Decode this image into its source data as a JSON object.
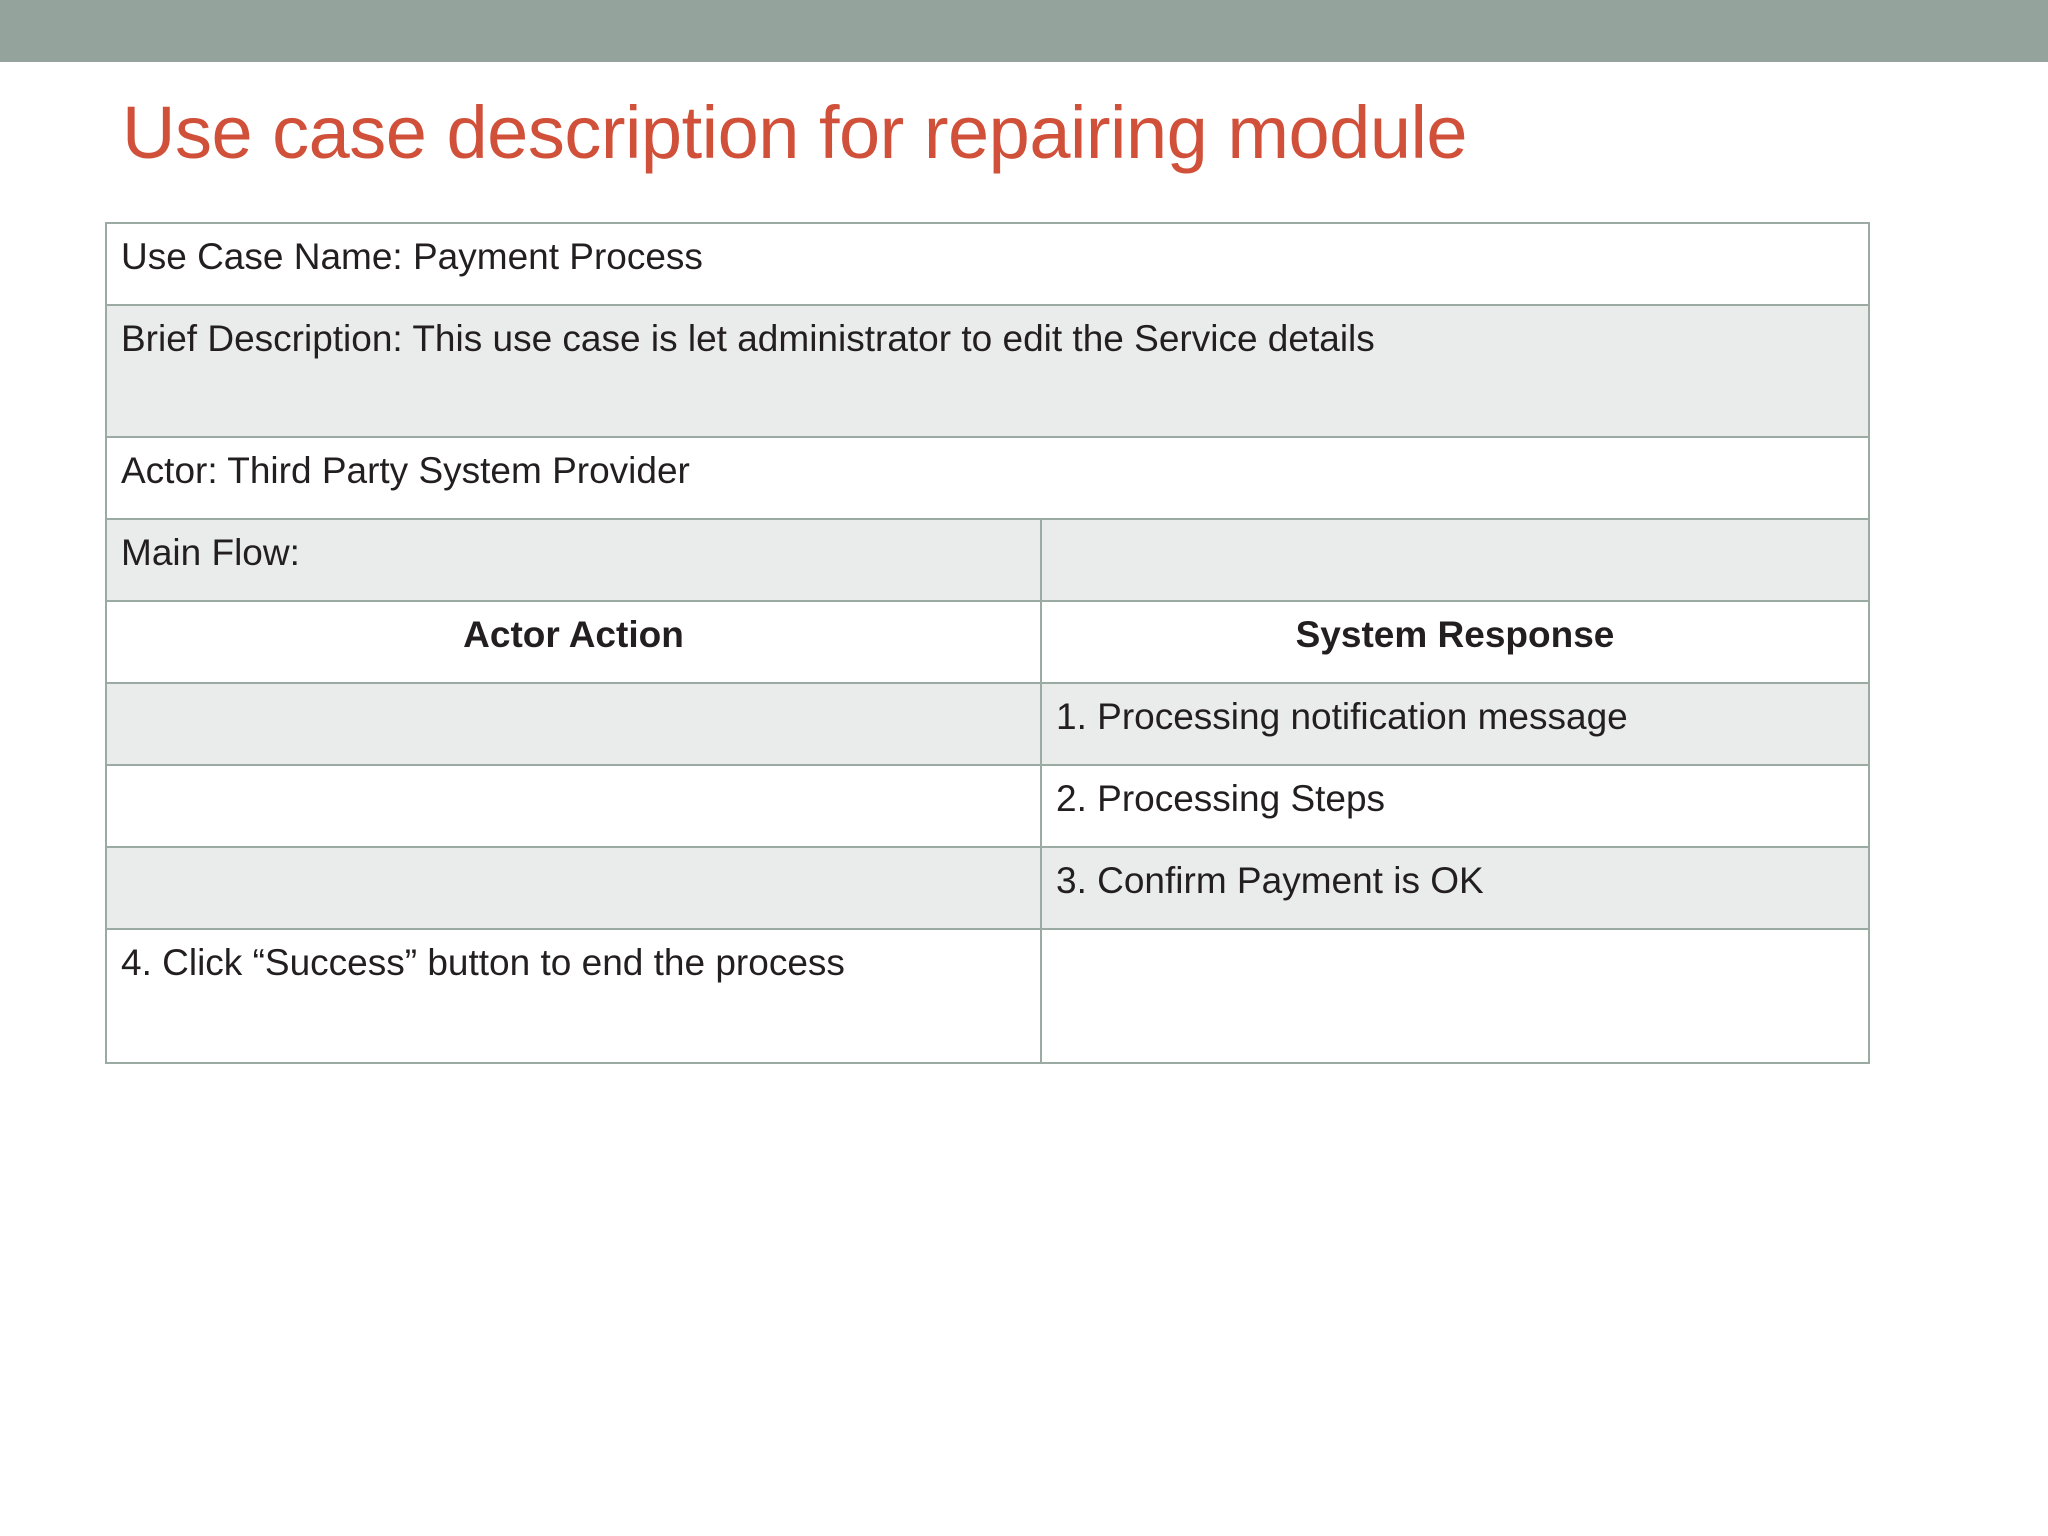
{
  "slide": {
    "title": "Use case description for repairing module",
    "banner_color": "#94a49c",
    "title_color": "#d0503a",
    "border_color": "#9baaa2",
    "alt_row_color": "#eaecec"
  },
  "table": {
    "use_case_name": "Use Case Name: Payment Process",
    "brief_description": "Brief Description:  This use case is let administrator to edit the Service details",
    "actor": "Actor: Third Party System Provider",
    "main_flow_label": "Main Flow:",
    "main_flow_right": "",
    "headers": {
      "actor_action": "Actor Action",
      "system_response": "System Response"
    },
    "rows": [
      {
        "actor_action": "",
        "system_response": "1. Processing notification message"
      },
      {
        "actor_action": "",
        "system_response": "2. Processing Steps"
      },
      {
        "actor_action": "",
        "system_response": "3. Confirm Payment is OK"
      },
      {
        "actor_action": "4. Click “Success” button to end the process",
        "system_response": ""
      }
    ]
  }
}
